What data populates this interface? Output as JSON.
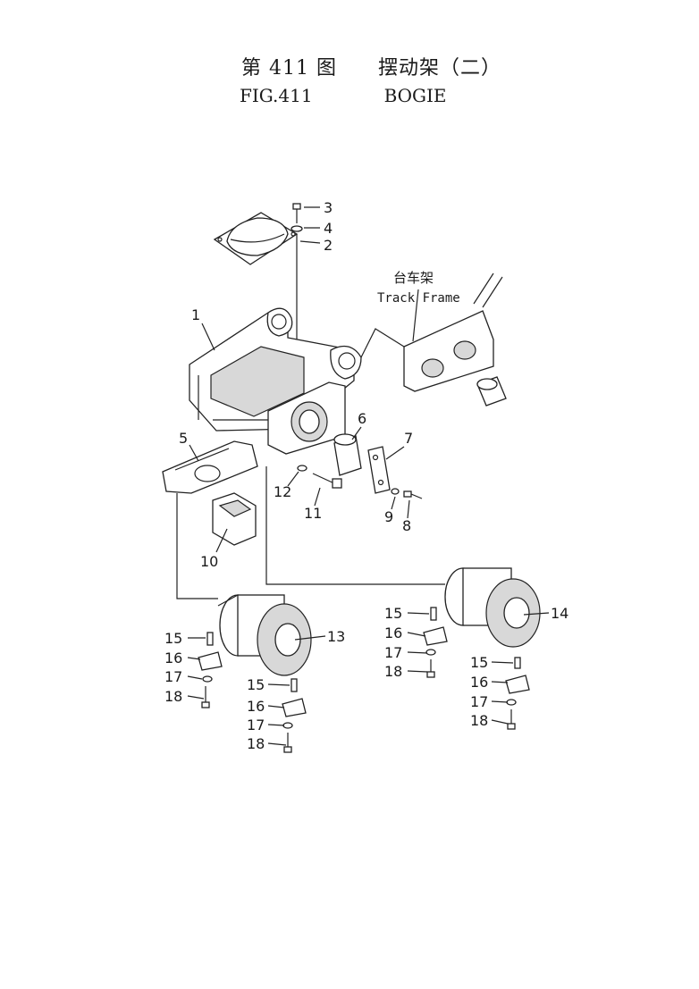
{
  "header": {
    "title_cn": "第 411 图　　摆动架（二）",
    "title_en_fig": "FIG.411",
    "title_en_name": "BOGIE"
  },
  "diagram": {
    "track_frame_cn": "台车架",
    "track_frame_en": "Track Frame",
    "callouts": {
      "c1": "1",
      "c2": "2",
      "c3": "3",
      "c4": "4",
      "c5": "5",
      "c6": "6",
      "c7": "7",
      "c8": "8",
      "c9": "9",
      "c10": "10",
      "c11": "11",
      "c12": "12",
      "c13": "13",
      "c14": "14",
      "c15a": "15",
      "c16a": "16",
      "c17a": "17",
      "c18a": "18",
      "c15b": "15",
      "c16b": "16",
      "c17b": "17",
      "c18b": "18",
      "c15c": "15",
      "c16c": "16",
      "c17c": "17",
      "c18c": "18",
      "c15d": "15",
      "c16d": "16",
      "c17d": "17",
      "c18d": "18"
    }
  }
}
